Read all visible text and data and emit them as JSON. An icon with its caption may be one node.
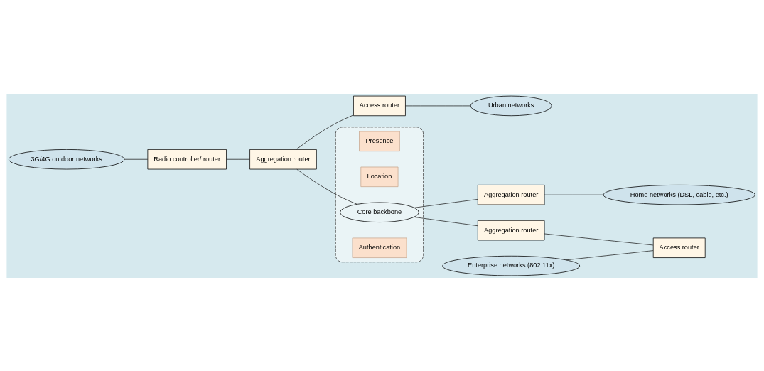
{
  "diagram": {
    "nodes": [
      {
        "text": [
          "3G/4G outdoor networks"
        ]
      },
      {
        "text": [
          "Radio controller/ router"
        ]
      },
      {
        "text": [
          "Access router"
        ]
      },
      {
        "text": [
          "Urban networks"
        ]
      },
      {
        "text": [
          "Aggregation router"
        ]
      },
      {
        "text": [],
        "shape": "ellipse"
      },
      {
        "text": [
          "Presence"
        ],
        "in": 5
      },
      {
        "text": [
          "Location"
        ],
        "in": 5
      },
      {
        "text": [
          "Enterprise networks (802.11x)"
        ]
      },
      {
        "text": [
          "Core backbone"
        ],
        "in": 5
      },
      {
        "text": [
          "Aggregation router"
        ]
      },
      {
        "text": [
          "Aggregation router"
        ]
      },
      {
        "text": [
          "Authentication"
        ],
        "in": 5
      },
      {
        "text": [
          "Access router"
        ]
      },
      {
        "text": [
          "Home networks (DSL, cable, etc.)"
        ]
      }
    ],
    "edges": [
      {
        "from": 0,
        "to": 1,
        "arrow": "none"
      },
      {
        "from": 1,
        "to": 4,
        "arrow": "none"
      },
      {
        "from": 4,
        "to": 2,
        "arrow": "none"
      },
      {
        "from": 2,
        "to": 3,
        "arrow": "none"
      },
      {
        "from": 4,
        "to": 9,
        "arrow": "none"
      },
      {
        "from": 9,
        "to": 10,
        "arrow": "none"
      },
      {
        "from": 9,
        "to": 11,
        "arrow": "none"
      },
      {
        "from": 10,
        "to": 14,
        "arrow": "none"
      },
      {
        "from": 11,
        "to": 13,
        "arrow": "none"
      },
      {
        "from": 8,
        "to": 13,
        "arrow": "none"
      }
    ]
  }
}
